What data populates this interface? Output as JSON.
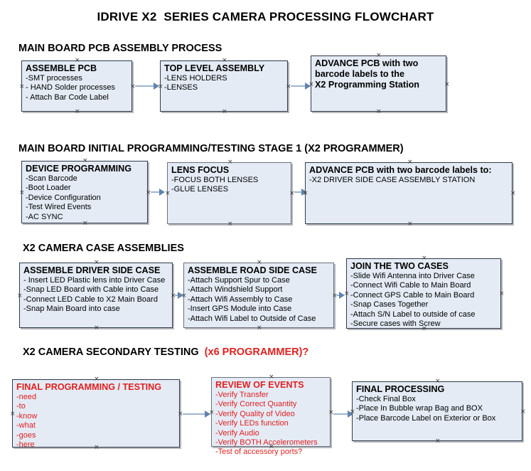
{
  "title": "IDRIVE X2  SERIES CAMERA PROCESSING FLOWCHART",
  "colors": {
    "node_fill": "#e4ebf5",
    "node_border": "#2f3a4a",
    "connector": "#9fb4cf",
    "arrow": "#5f83ae",
    "red_text": "#e02020",
    "black_text": "#000000"
  },
  "sections": [
    {
      "id": "main-board-pcb-assembly",
      "heading": "MAIN BOARD PCB ASSEMBLY PROCESS",
      "heading_red": "",
      "nodes": [
        {
          "id": "assemble-pcb",
          "title": "ASSEMBLE PCB",
          "lines": [
            "-SMT processes",
            "- HAND Solder processes",
            "- Attach Bar Code Label"
          ]
        },
        {
          "id": "top-level-assembly",
          "title": "TOP LEVEL ASSEMBLY",
          "lines": [
            "-LENS HOLDERS",
            "-LENSES"
          ]
        },
        {
          "id": "advance-pcb-x2-programming-station",
          "title": "ADVANCE PCB with two",
          "lines": [
            "barcode labels to the",
            " X2 Programming Station"
          ],
          "bold_lines": true
        }
      ]
    },
    {
      "id": "main-board-initial-programming",
      "heading": "MAIN BOARD INITIAL PROGRAMMING/TESTING STAGE 1 (X2 PROGRAMMER)",
      "heading_red": "",
      "nodes": [
        {
          "id": "device-programming",
          "title": "DEVICE PROGRAMMING",
          "lines": [
            "-Scan Barcode",
            "-Boot Loader",
            "-Device Configuration",
            "-Test Wired Events",
            "-AC SYNC"
          ]
        },
        {
          "id": "lens-focus",
          "title": "LENS FOCUS",
          "lines": [
            "-FOCUS BOTH LENSES",
            "-GLUE LENSES"
          ]
        },
        {
          "id": "advance-pcb-driver-side-case",
          "title": "ADVANCE PCB with two barcode labels to:",
          "lines": [
            "-X2 DRIVER  SIDE  CASE  ASSEMBLY STATION"
          ]
        }
      ]
    },
    {
      "id": "x2-camera-case-assemblies",
      "heading": "X2 CAMERA CASE ASSEMBLIES",
      "heading_red": "",
      "nodes": [
        {
          "id": "assemble-driver-side-case",
          "title": "ASSEMBLE DRIVER SIDE CASE",
          "lines": [
            "- Insert LED Plastic lens into Driver Case",
            "-Snap LED Board with Cable into Case",
            "-Connect LED Cable to X2 Main Board",
            "-Snap Main Board into case"
          ]
        },
        {
          "id": "assemble-road-side-case",
          "title": "ASSEMBLE ROAD SIDE CASE",
          "lines": [
            "-Attach Support Spur to Case",
            "-Attach Windshield Support",
            "-Attach Wifi Assembly to Case",
            "-Insert GPS Module into Case",
            "-Attach Wifi Label to Outside of Case"
          ]
        },
        {
          "id": "join-the-two-cases",
          "title": "JOIN THE TWO CASES",
          "lines": [
            "-Slide Wifi Antenna into Driver Case",
            "-Connect Wifi Cable to Main Board",
            "-Connect GPS Cable to Main Board",
            "-Snap Cases Together",
            "-Attach S/N Label to outside of case",
            "-Secure cases with Screw"
          ]
        }
      ]
    },
    {
      "id": "x2-camera-secondary-testing",
      "heading": "X2 CAMERA SECONDARY TESTING",
      "heading_red": "(x6 PROGRAMMER)?",
      "nodes": [
        {
          "id": "final-programming-testing",
          "title": "FINAL PROGRAMMING / TESTING",
          "lines": [
            "-need",
            "-to",
            "-know",
            "-what",
            "-goes",
            "-here"
          ]
        },
        {
          "id": "review-of-events",
          "title": "REVIEW OF EVENTS",
          "lines": [
            "-Verify Transfer",
            "-Verify Correct Quantity",
            "-Verify Quality of Video",
            "-Verify LEDs function",
            "-Verify Audio",
            "-Verify BOTH Accelerometers",
            "-Test of accessory ports?"
          ]
        },
        {
          "id": "final-processing",
          "title": "FINAL PROCESSING",
          "lines": [
            " -Check Final Box",
            "-Place In Bubble wrap Bag and BOX",
            "-Place Barcode Label on Exterior or Box"
          ]
        }
      ]
    }
  ]
}
